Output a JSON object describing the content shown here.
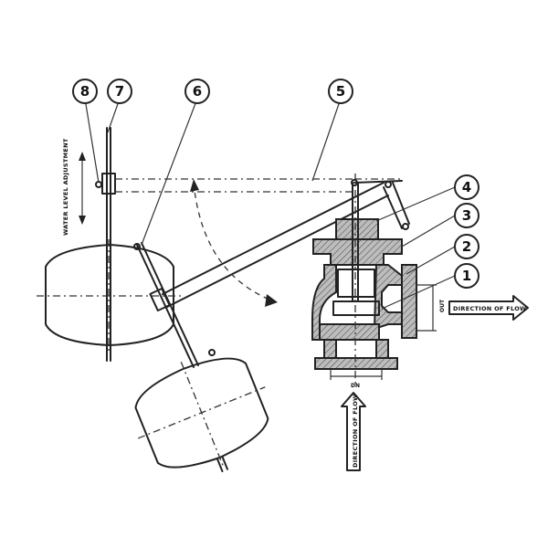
{
  "callouts": [
    {
      "number": "8"
    },
    {
      "number": "7"
    },
    {
      "number": "6"
    },
    {
      "number": "5"
    },
    {
      "number": "4"
    },
    {
      "number": "3"
    },
    {
      "number": "2"
    },
    {
      "number": "1"
    }
  ],
  "labels": {
    "water_level_adjustment": "WATER LEVEL ADJUSTMENT",
    "direction_of_flow_right": "DIRECTION OF FLOW",
    "direction_of_flow_up": "DIRECTION OF FLOW",
    "dim_in": "DN",
    "dim_out": "OUT"
  }
}
